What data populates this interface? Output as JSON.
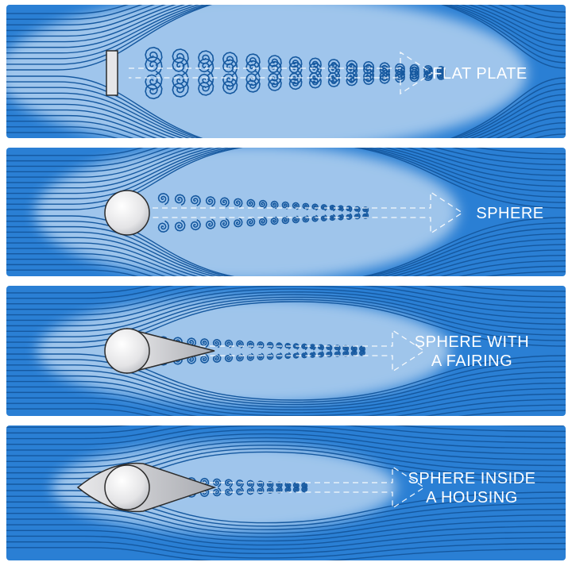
{
  "panels": [
    {
      "id": "flat-plate",
      "label_lines": [
        "FLAT PLATE"
      ],
      "body": "plate"
    },
    {
      "id": "sphere",
      "label_lines": [
        "SPHERE"
      ],
      "body": "sphere"
    },
    {
      "id": "sphere-fairing",
      "label_lines": [
        "SPHERE WITH",
        "A FAIRING"
      ],
      "body": "fairing"
    },
    {
      "id": "sphere-housing",
      "label_lines": [
        "SPHERE INSIDE",
        "A HOUSING"
      ],
      "body": "housing"
    }
  ],
  "colors": {
    "background": "#ffffff",
    "flow_blue": "#2a7fd4",
    "flow_dark": "#1d62b4",
    "streamline": "#15589f",
    "wake_white": "#ffffff",
    "body_fill": "#e6e6e8",
    "body_stroke": "#2b2b2b"
  }
}
